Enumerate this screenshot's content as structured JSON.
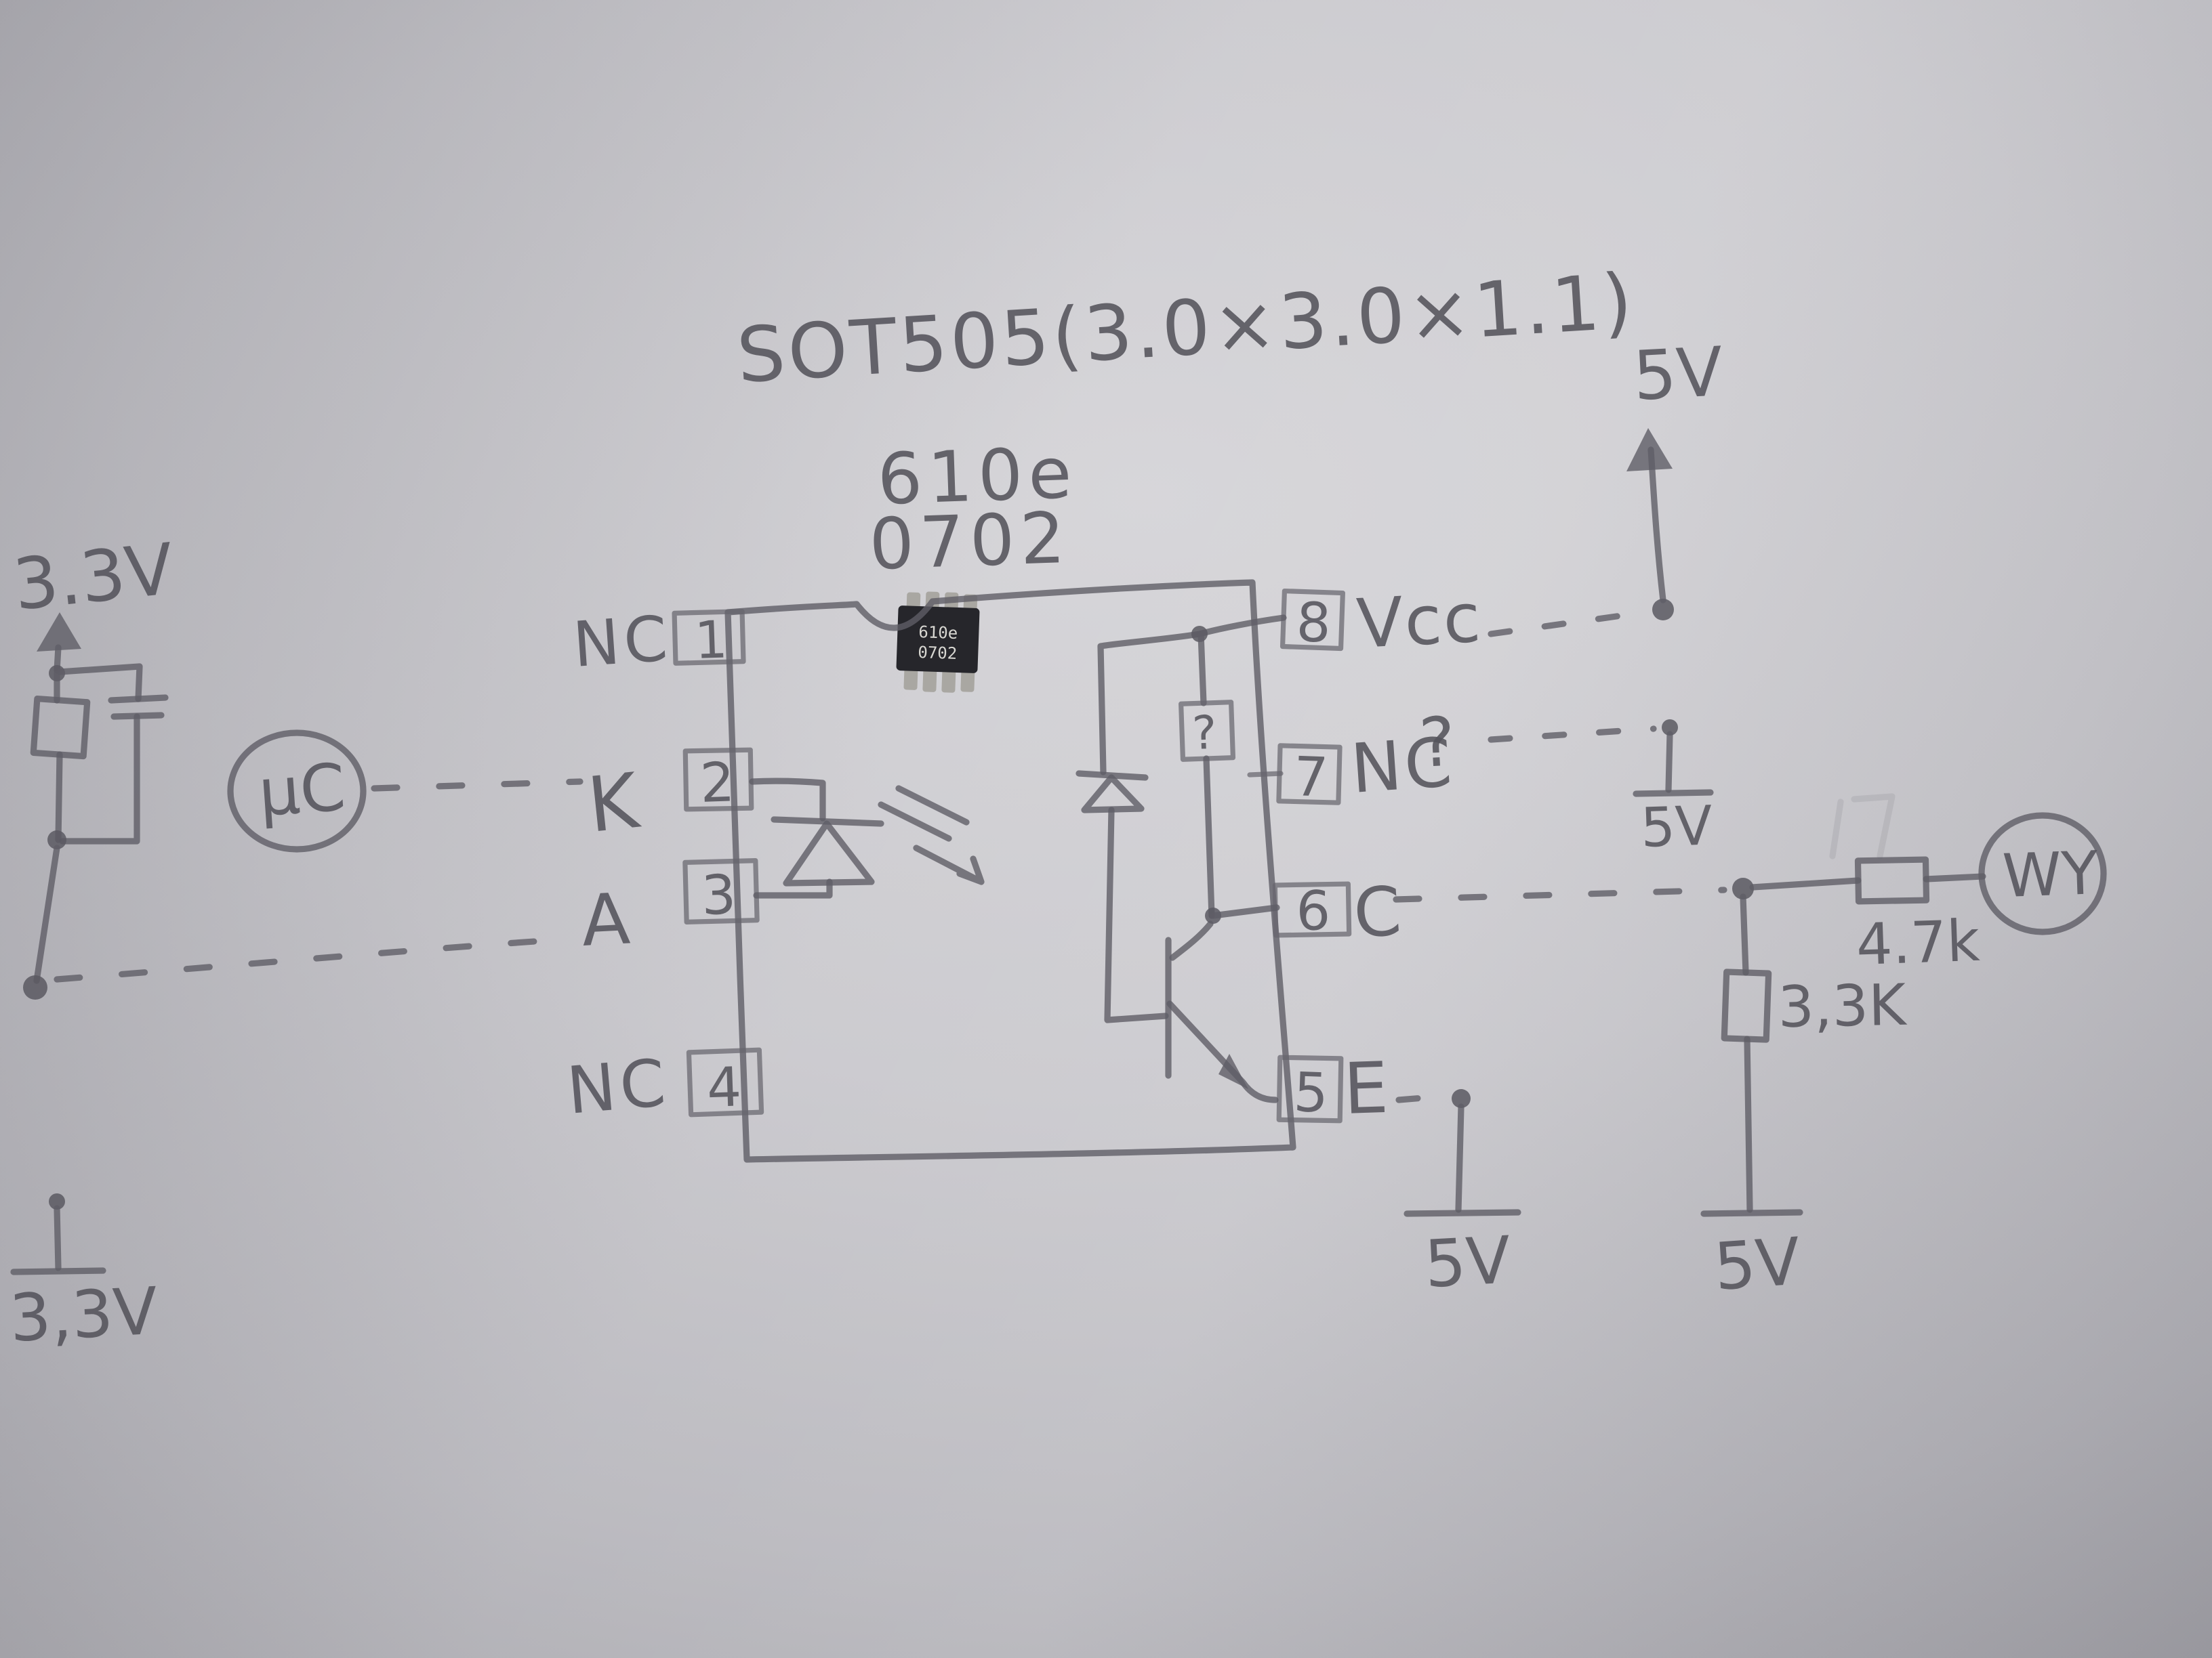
{
  "diagram": {
    "title": "SOT505(3.0×3.0×1.1)",
    "chip_note": {
      "line1": "610e",
      "line2": "0702"
    },
    "chip_photo": {
      "line1": "610e",
      "line2": "0702"
    },
    "ic": {
      "pins_left": [
        {
          "number": "1",
          "label": "NC"
        },
        {
          "number": "2",
          "label": "K"
        },
        {
          "number": "3",
          "label": "A"
        },
        {
          "number": "4",
          "label": "NC"
        }
      ],
      "pins_right": [
        {
          "number": "8",
          "label": "Vcc"
        },
        {
          "number": "7",
          "label": "NC",
          "suffix": "?"
        },
        {
          "number": "6",
          "label": "C"
        },
        {
          "number": "5",
          "label": "E"
        }
      ],
      "unknown_component": "?"
    },
    "left": {
      "supply_label": "3.3V",
      "mcu_label": "μC",
      "ground_label": "3,3V"
    },
    "right": {
      "vcc_rail_label": "5V",
      "nc_rail_label": "5V",
      "e_rail_label": "5V",
      "divider_rail_label": "5V",
      "series_resistor_label": "4.7k",
      "pulldown_resistor_label": "3,3K",
      "output_label": "WY"
    }
  }
}
